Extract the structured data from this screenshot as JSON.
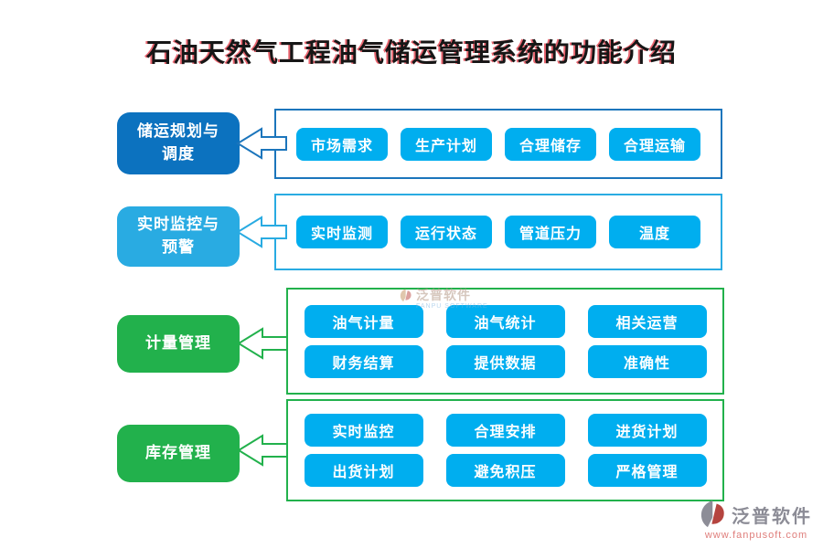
{
  "title": "石油天然气工程油气储运管理系统的功能介绍",
  "colors": {
    "title_text": "#161616",
    "title_accent_red": "#DE1423",
    "dark_blue": "#0C72BF",
    "cyan": "#29ABE2",
    "button_cyan": "#00AEEF",
    "green": "#22B14C"
  },
  "rows": [
    {
      "label": "储运规划与\n调度",
      "theme": "dark-blue",
      "items": [
        [
          "市场需求",
          "生产计划",
          "合理储存",
          "合理运输"
        ]
      ]
    },
    {
      "label": "实时监控与\n预警",
      "theme": "cyan",
      "items": [
        [
          "实时监测",
          "运行状态",
          "管道压力",
          "温度"
        ]
      ]
    },
    {
      "label": "计量管理",
      "theme": "green",
      "items": [
        [
          "油气计量",
          "油气统计",
          "相关运营"
        ],
        [
          "财务结算",
          "提供数据",
          "准确性"
        ]
      ]
    },
    {
      "label": "库存管理",
      "theme": "green",
      "items": [
        [
          "实时监控",
          "合理安排",
          "进货计划"
        ],
        [
          "出货计划",
          "避免积压",
          "严格管理"
        ]
      ]
    }
  ],
  "watermark": {
    "text": "泛普软件",
    "sub": "FANPU SOFTWARE"
  },
  "footer": {
    "brand": "泛普软件",
    "url": "www.fanpusoft.com"
  }
}
